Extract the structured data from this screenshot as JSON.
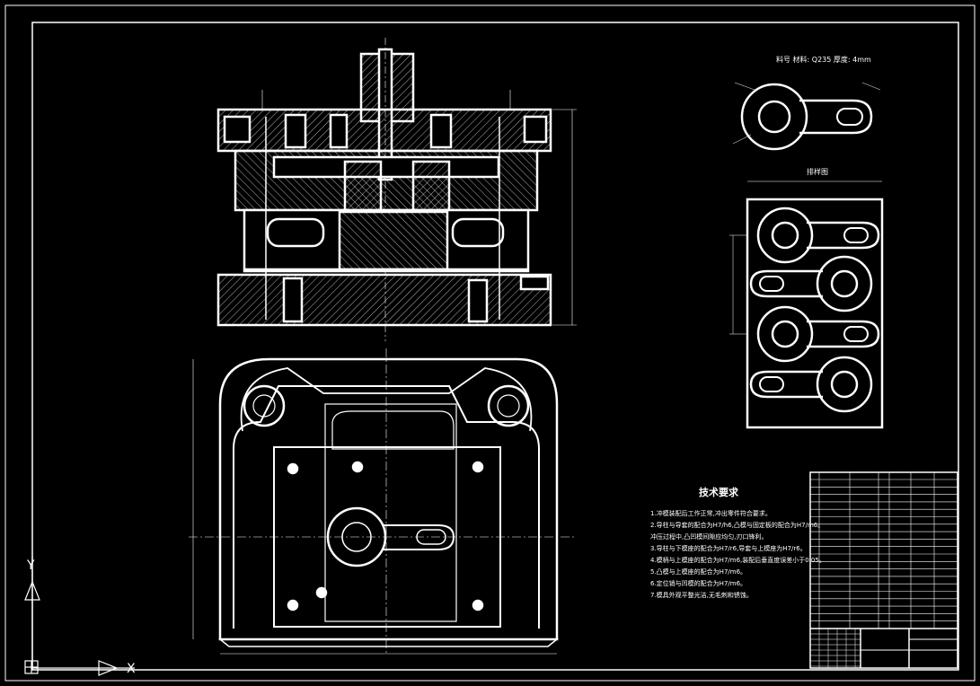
{
  "viewport": {
    "background": "#000000",
    "stroke": "#ffffff",
    "accent": "#ffffff"
  },
  "strip_view": {
    "title": "料号  材料: Q235  厚度: 4mm"
  },
  "layout_view": {
    "title": "排样图"
  },
  "technical_requirements": {
    "title": "技术要求",
    "items": [
      "1.冲模装配后工作正常,冲出零件符合要求。",
      "2.导柱与导套的配合为H7/h6,凸模与固定板的配合为H7/m6。",
      "  冲压过程中,凸凹模间隙应均匀,刃口锋利。",
      "3.导柱与下模座的配合为H7/r6,导套与上模座为H7/r6。",
      "4.模柄与上模座的配合为H7/m6,装配后垂直度误差小于0.05。",
      "5.凸模与上模座的配合为H7/m6。",
      "6.定位销与凹模的配合为H7/m6。",
      "7.模具外观平整光洁,无毛刺和锈蚀。"
    ]
  },
  "ucs": {
    "x_label": "X",
    "y_label": "Y"
  }
}
